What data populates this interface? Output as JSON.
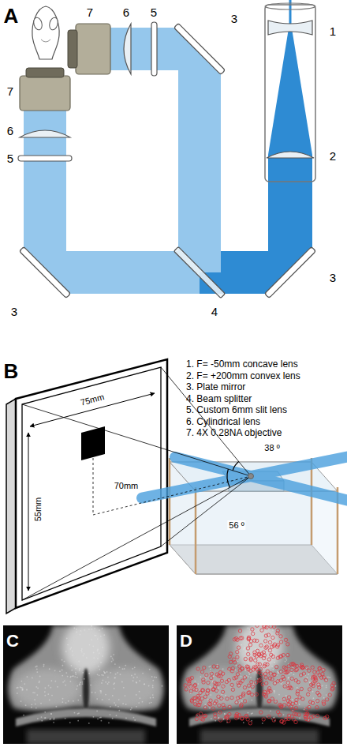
{
  "diagram": {
    "labels": [
      "A",
      "7",
      "6",
      "5",
      "3",
      "1",
      "2",
      "7",
      "6",
      "5",
      "3",
      "4",
      "3",
      "B",
      "1. F= -50mm concave lens",
      "2. F= +200mm convex lens",
      "3. Plate mirror",
      "4. Beam splitter",
      "5. Custom 6mm slit lens",
      "6. Cylindrical lens",
      "7. 4X 0.28NA objective",
      "75mm",
      "55mm",
      "70mm",
      "38 º",
      "56 º",
      "C",
      "D"
    ]
  }
}
